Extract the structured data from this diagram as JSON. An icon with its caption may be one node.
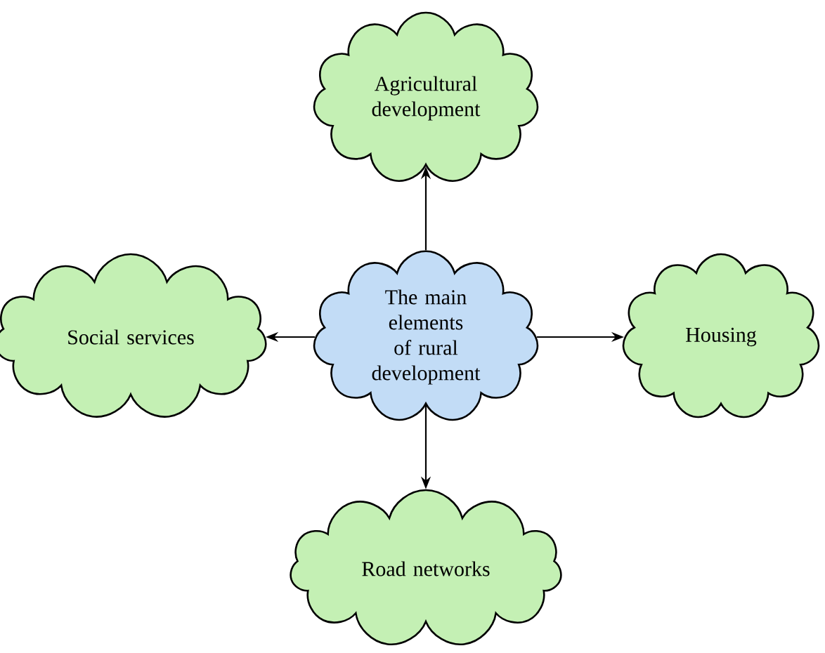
{
  "diagram": {
    "nodes": [
      {
        "text": [
          "The main elements of rural development"
        ]
      },
      {
        "text": [
          "Agricultural development"
        ]
      },
      {
        "text": [
          "Social services"
        ]
      },
      {
        "text": [
          "Housing"
        ]
      },
      {
        "text": [
          "Road networks"
        ]
      }
    ],
    "edges": [
      {
        "from": 0,
        "to": 1,
        "arrow": "to"
      },
      {
        "from": 0,
        "to": 2,
        "arrow": "to"
      },
      {
        "from": 0,
        "to": 3,
        "arrow": "to"
      },
      {
        "from": 0,
        "to": 4,
        "arrow": "to"
      }
    ]
  }
}
